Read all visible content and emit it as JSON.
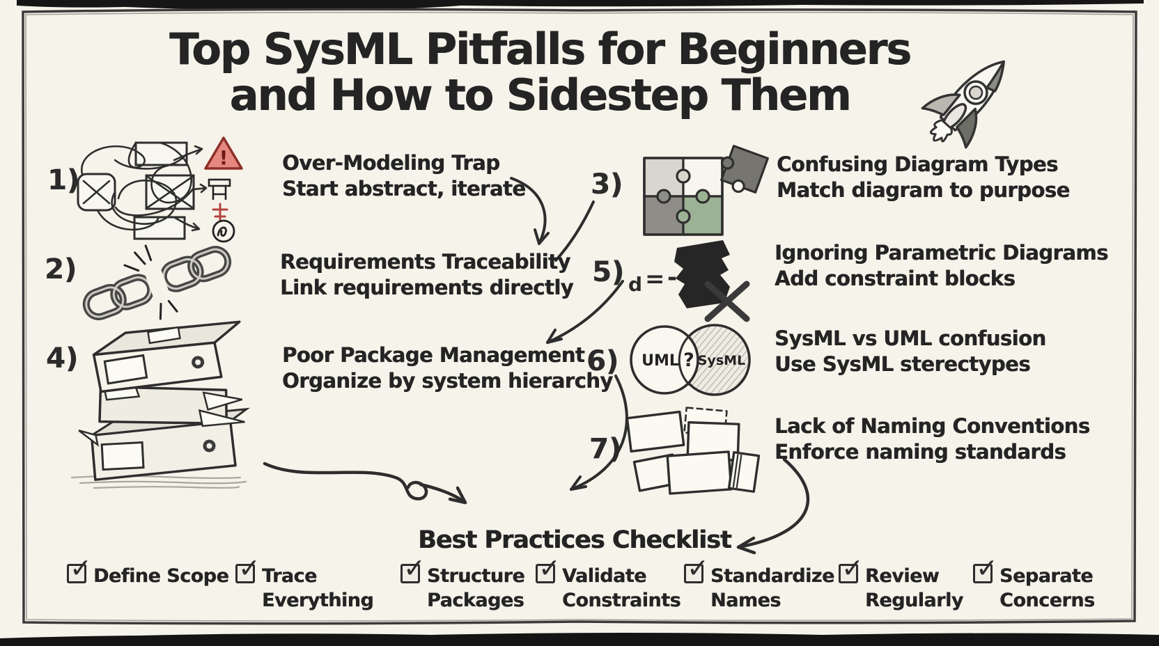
{
  "title": {
    "line1": "Top SysML Pitfalls for Beginners",
    "line2": "and How to Sidestep Them"
  },
  "pitfalls": [
    {
      "number": "1)",
      "icon": "tangled-model-icon",
      "heading": "Over-Modeling Trap",
      "tip": "Start abstract, iterate"
    },
    {
      "number": "2)",
      "icon": "broken-chain-icon",
      "heading": "Requirements Traceability",
      "tip": "Link requirements directly"
    },
    {
      "number": "4)",
      "icon": "binder-stack-icon",
      "heading": "Poor Package Management",
      "tip": "Organize by system hierarchy"
    },
    {
      "number": "3)",
      "icon": "puzzle-pieces-icon",
      "heading": "Confusing Diagram Types",
      "tip": "Match diagram to purpose"
    },
    {
      "number": "5)",
      "icon": "scribbled-formula-icon",
      "heading": "Ignoring Parametric Diagrams",
      "tip": "Add constraint blocks"
    },
    {
      "number": "6)",
      "icon": "venn-diagram-icon",
      "heading": "SysML vs UML confusion",
      "tip": "Use SysML sterectypes"
    },
    {
      "number": "7)",
      "icon": "scattered-blocks-icon",
      "heading": "Lack of Naming Conventions",
      "tip": "Enforce naming standards"
    }
  ],
  "venn": {
    "left_label": "UML",
    "overlap_label": "?",
    "right_label": "SysML"
  },
  "parametric": {
    "lhs": "d",
    "eq": "=",
    "dash": "-"
  },
  "warning": {
    "mark": "!"
  },
  "checklist": {
    "title": "Best Practices Checklist",
    "items": [
      {
        "l1": "Define Scope",
        "l2": ""
      },
      {
        "l1": "Trace",
        "l2": "Everything"
      },
      {
        "l1": "Structure",
        "l2": "Packages"
      },
      {
        "l1": "Validate",
        "l2": "Constraints"
      },
      {
        "l1": "Standardize",
        "l2": "Names"
      },
      {
        "l1": "Review",
        "l2": "Regularly"
      },
      {
        "l1": "Separate",
        "l2": "Concerns"
      }
    ],
    "check_glyph": "✓"
  },
  "colors": {
    "background": "#f6f3ea",
    "ink": "#2a2a2a",
    "warning_red": "#c0504d",
    "warning_fill": "#e58880",
    "puzzle_green": "#9cb294"
  }
}
